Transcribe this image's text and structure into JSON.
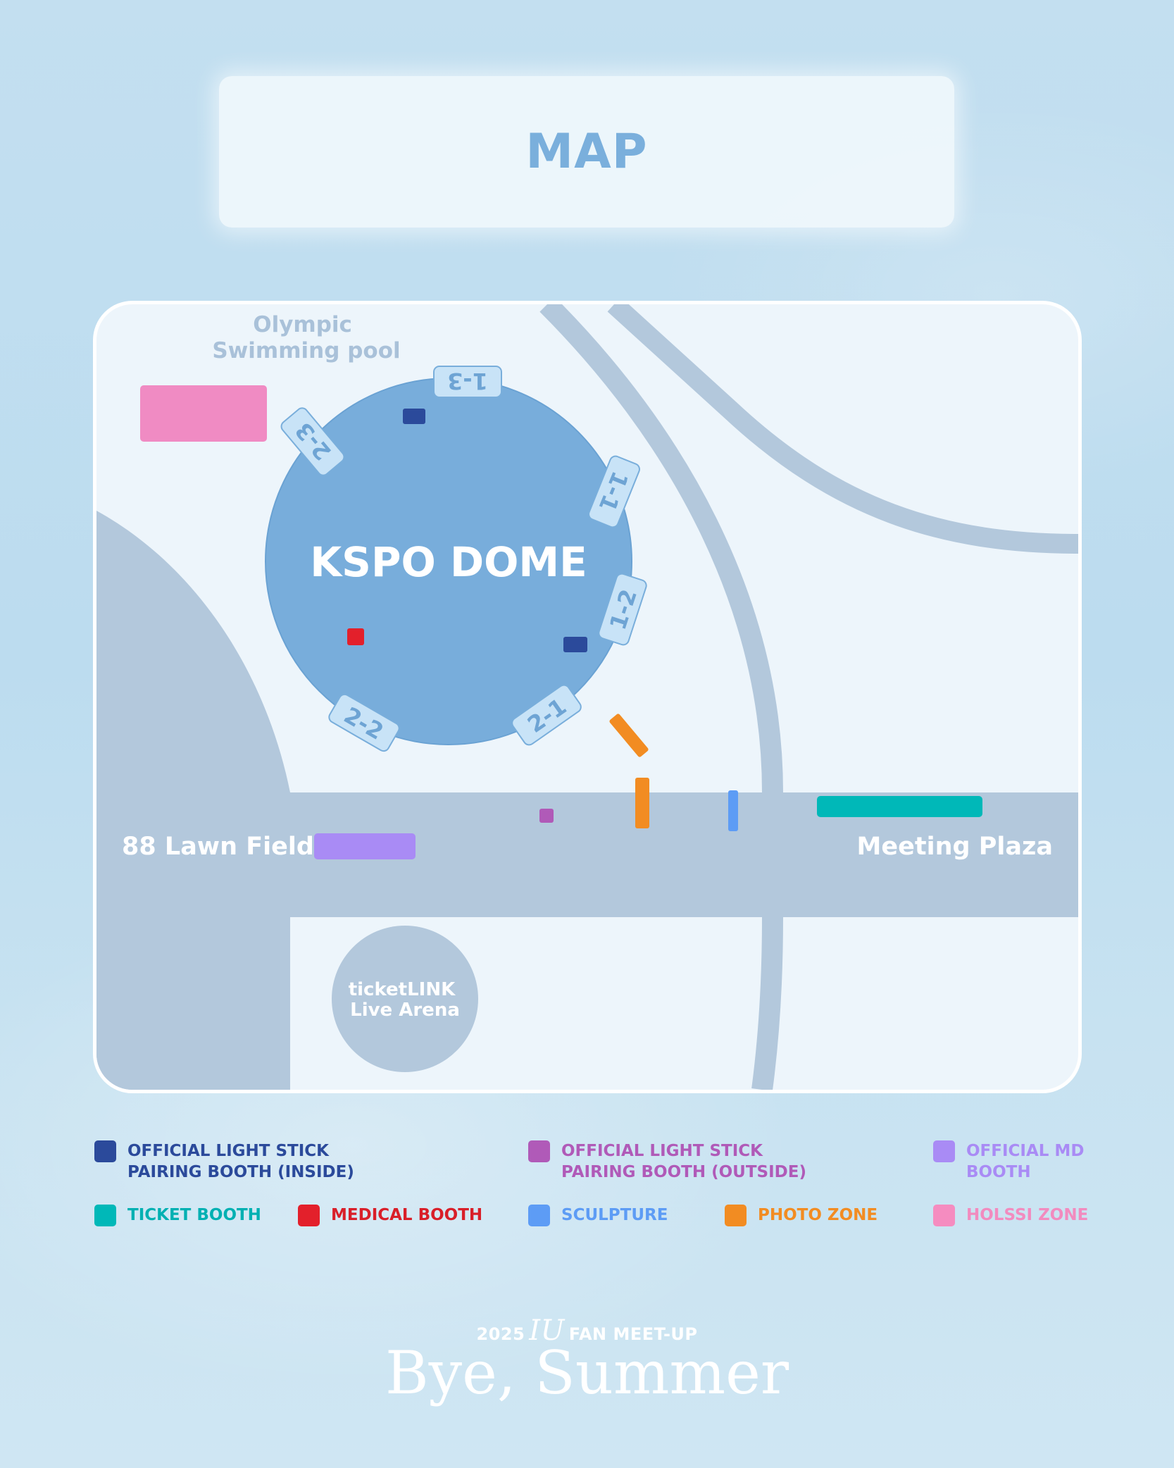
{
  "page": {
    "title": "MAP"
  },
  "map": {
    "labels": {
      "pool": [
        "Olympic",
        "Swimming pool"
      ],
      "dome": "KSPO DOME",
      "lawn": "88 Lawn Field",
      "plaza": "Meeting Plaza",
      "arena": [
        "ticketLINK",
        "Live Arena"
      ]
    },
    "gates": [
      "1-1",
      "1-2",
      "1-3",
      "2-1",
      "2-2",
      "2-3"
    ]
  },
  "legend": [
    {
      "label": "OFFICIAL LIGHT STICK\nPAIRING BOOTH (INSIDE)",
      "color": "#2b4a9b"
    },
    {
      "label": "OFFICIAL LIGHT STICK\nPAIRING BOOTH (OUTSIDE)",
      "color": "#b05ab8"
    },
    {
      "label": "OFFICIAL MD\nBOOTH",
      "color": "#a98bf5"
    },
    {
      "label": "TICKET BOOTH",
      "color": "#00b8b8"
    },
    {
      "label": "MEDICAL BOOTH",
      "color": "#e3202b"
    },
    {
      "label": "SCULPTURE",
      "color": "#5d9cf5"
    },
    {
      "label": "PHOTO ZONE",
      "color": "#f28c22"
    },
    {
      "label": "HOLSSI ZONE",
      "color": "#f58cc0"
    }
  ],
  "footer": {
    "year": "2025",
    "artist": "IU",
    "event": "FAN MEET-UP",
    "title": "Bye, Summer"
  }
}
